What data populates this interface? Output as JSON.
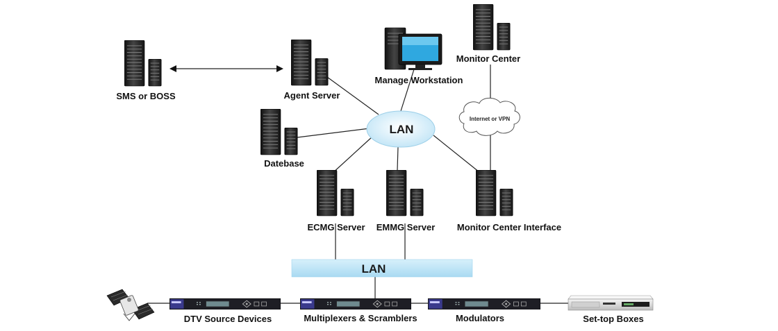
{
  "nodes": {
    "sms_boss": "SMS or BOSS",
    "agent_server": "Agent Server",
    "manage_workstation": "Manage Workstation",
    "monitor_center": "Monitor Center",
    "datebase": "Datebase",
    "ecmg_server": "ECMG Server",
    "emmg_server": "EMMG Server",
    "monitor_center_interface": "Monitor Center Interface"
  },
  "networks": {
    "lan_top": "LAN",
    "lan_bus": "LAN",
    "internet_vpn": "Internet or VPN"
  },
  "devices": {
    "dtv_source": "DTV Source Devices",
    "multiplexers": "Multiplexers & Scramblers",
    "modulators": "Modulators",
    "set_top_boxes": "Set-top Boxes"
  },
  "colors": {
    "lan_fill": "#cfeaf7",
    "lan_bus_fill": "#bfe3f5",
    "server_dark": "#2b2b2b",
    "rack_unit": "#1e1e25",
    "rack_badge": "#3a3a8c"
  }
}
